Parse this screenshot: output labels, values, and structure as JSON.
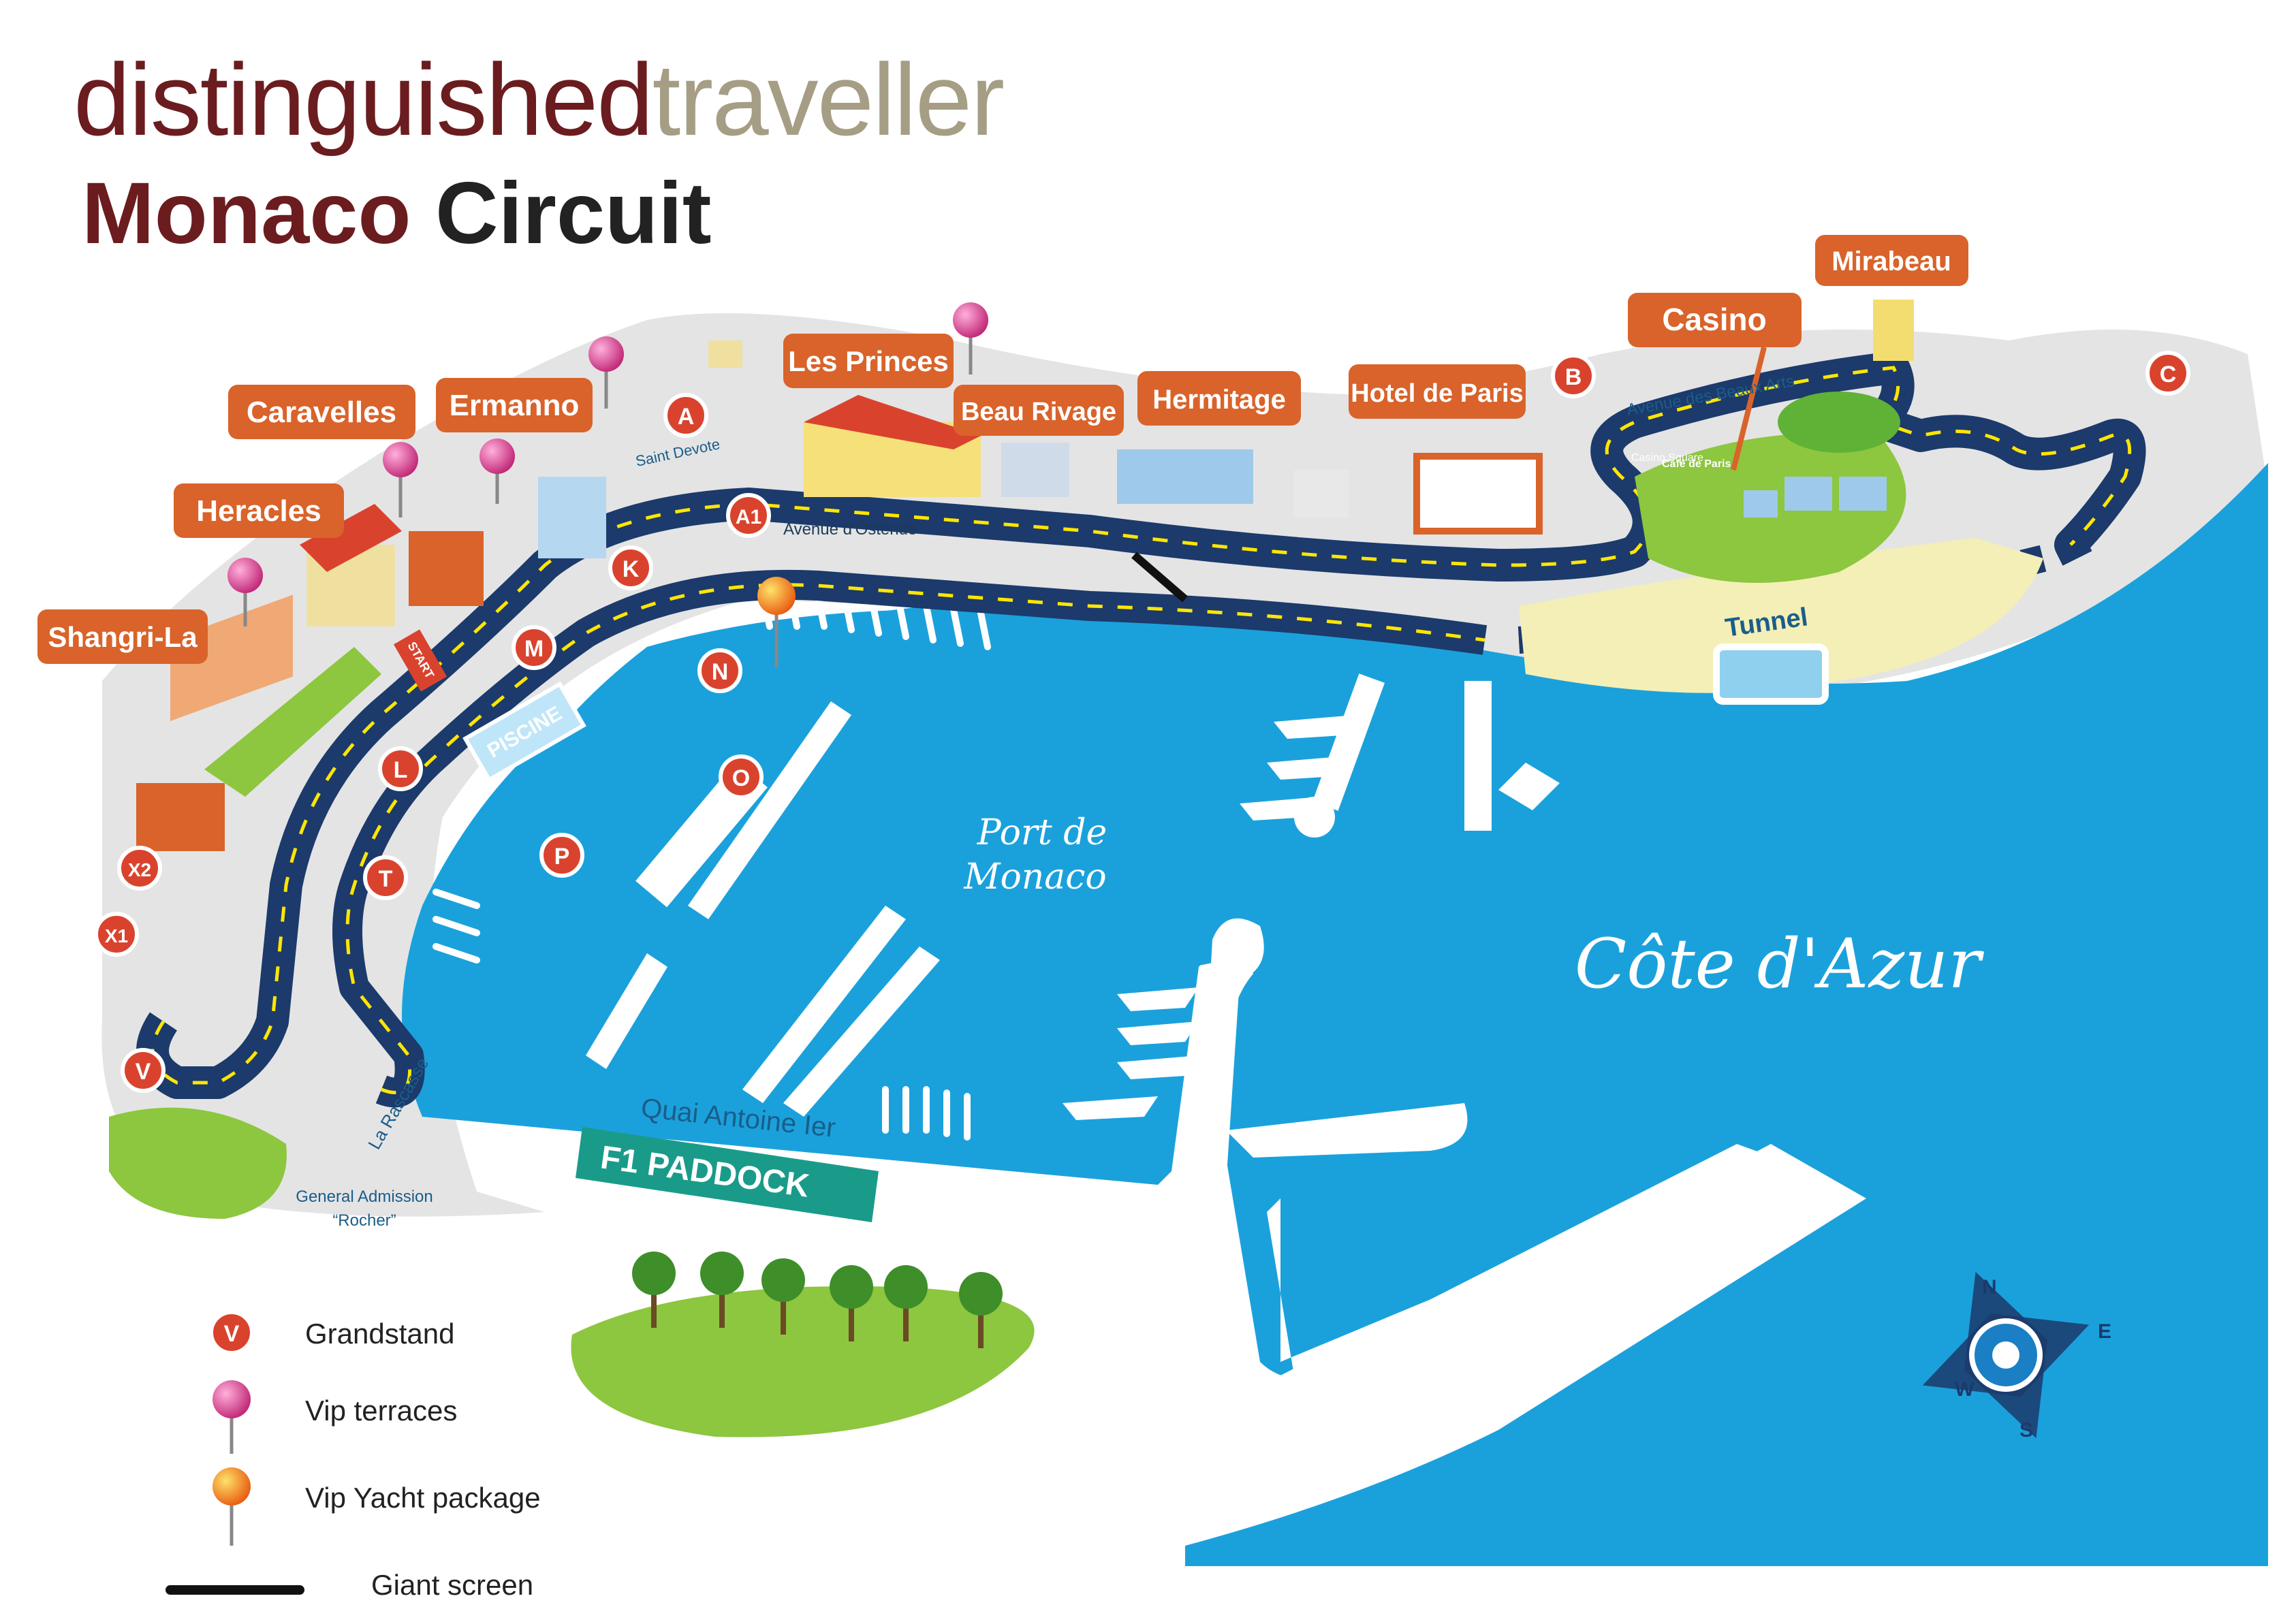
{
  "brand": {
    "part1": "distinguished",
    "part2": "traveller"
  },
  "title": {
    "part1": "Monaco",
    "part2": "Circuit"
  },
  "hotels": {
    "shangri_la": "Shangri-La",
    "heracles": "Heracles",
    "caravelles": "Caravelles",
    "ermanno": "Ermanno",
    "les_princes": "Les Princes",
    "beau_rivage": "Beau Rivage",
    "hermitage": "Hermitage",
    "hotel_de_paris": "Hotel de Paris",
    "casino": "Casino",
    "mirabeau": "Mirabeau"
  },
  "grandstands": {
    "A": "A",
    "A1": "A1",
    "B": "B",
    "C": "C",
    "K": "K",
    "M": "M",
    "N": "N",
    "O": "O",
    "P": "P",
    "L": "L",
    "T": "T",
    "X2": "X2",
    "X1": "X1",
    "V": "V"
  },
  "places": {
    "saint_devote": "Saint Devote",
    "avenue_ostende": "Avenue d'Ostende",
    "avenue_beaux_arts": "Avenue des Beaux Arts",
    "casino_square": "Casino Square",
    "cafe_de_paris": "Café de Paris",
    "tunnel": "Tunnel",
    "piscine": "PISCINE",
    "start": "START",
    "la_rascasse": "La Rascasse",
    "general_admission": "General Admission",
    "rocher": "“Rocher”",
    "port_line1": "Port de",
    "port_line2": "Monaco",
    "cote_azur": "Côte d'Azur",
    "quai": "Quai Antoine Ier",
    "paddock": "F1   PADDOCK"
  },
  "compass": {
    "n": "N",
    "e": "E",
    "s": "S",
    "w": "W"
  },
  "legend": {
    "grandstand_symbol": "V",
    "grandstand": "Grandstand",
    "vip_terraces": "Vip terraces",
    "vip_yacht": "Vip Yacht package",
    "giant_screen": "Giant screen"
  },
  "colors": {
    "sea": "#1aa1dc",
    "track": "#1c3a6b",
    "label_orange": "#d9632a",
    "grandstand_red": "#d9432e",
    "vip_pink": "#d63c8a",
    "paddock_teal": "#1a9b8a",
    "brand_red": "#6b1c1f",
    "brand_gray": "#a59e85"
  }
}
